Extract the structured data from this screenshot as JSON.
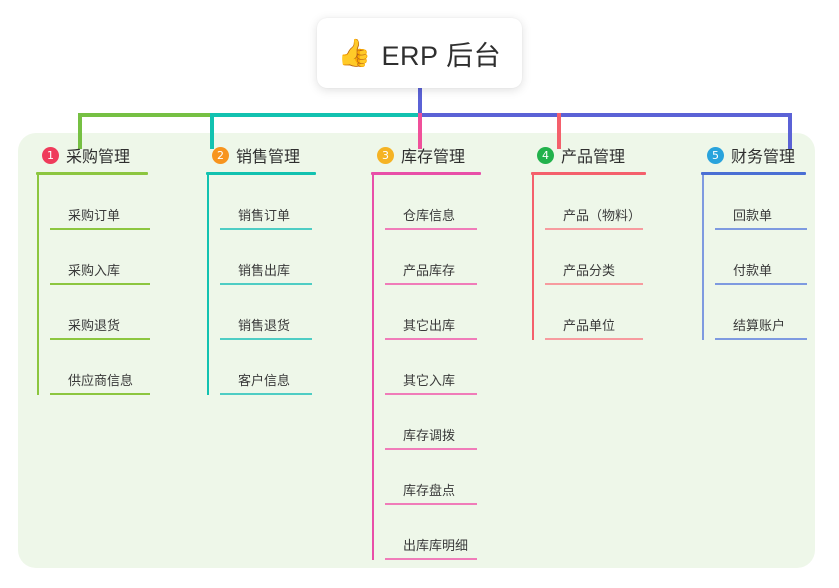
{
  "root": {
    "icon": "thumbs-up-emoji",
    "emoji": "👍",
    "title": "ERP 后台"
  },
  "colors": {
    "panel_bg": "#eef7e9",
    "trunk": "#5b62d6",
    "rail_green": "#76c043",
    "rail_teal": "#12c2b0",
    "rail_indigo": "#5b62d6",
    "stub_green": "#76c043",
    "stub_teal": "#12c2b0",
    "stub_pink": "#f0509a",
    "stub_red": "#f4606c",
    "stub_indigo": "#5b62d6"
  },
  "columns": [
    {
      "number": "1",
      "title": "采购管理",
      "badge_color": "#ef3b5b",
      "rule_color": "#8cc63f",
      "spine_color": "#8cc63f",
      "leaf_rule_color": "#8cc63f",
      "items": [
        "采购订单",
        "采购入库",
        "采购退货",
        "供应商信息"
      ]
    },
    {
      "number": "2",
      "title": "销售管理",
      "badge_color": "#f7941e",
      "rule_color": "#12c2b0",
      "spine_color": "#12c2b0",
      "leaf_rule_color": "#4ecdc4",
      "items": [
        "销售订单",
        "销售出库",
        "销售退货",
        "客户信息"
      ]
    },
    {
      "number": "3",
      "title": "库存管理",
      "badge_color": "#f5b324",
      "rule_color": "#e84fa8",
      "spine_color": "#e84fa8",
      "leaf_rule_color": "#f07cb9",
      "items": [
        "仓库信息",
        "产品库存",
        "其它出库",
        "其它入库",
        "库存调拨",
        "库存盘点",
        "出库库明细"
      ]
    },
    {
      "number": "4",
      "title": "产品管理",
      "badge_color": "#22b24c",
      "rule_color": "#f4606c",
      "spine_color": "#f4606c",
      "leaf_rule_color": "#f79b9f",
      "items": [
        "产品（物料）",
        "产品分类",
        "产品单位"
      ]
    },
    {
      "number": "5",
      "title": "财务管理",
      "badge_color": "#29a3dc",
      "rule_color": "#4a6fd4",
      "spine_color": "#7e9ae0",
      "leaf_rule_color": "#7e9ae0",
      "items": [
        "回款单",
        "付款单",
        "结算账户"
      ]
    }
  ]
}
